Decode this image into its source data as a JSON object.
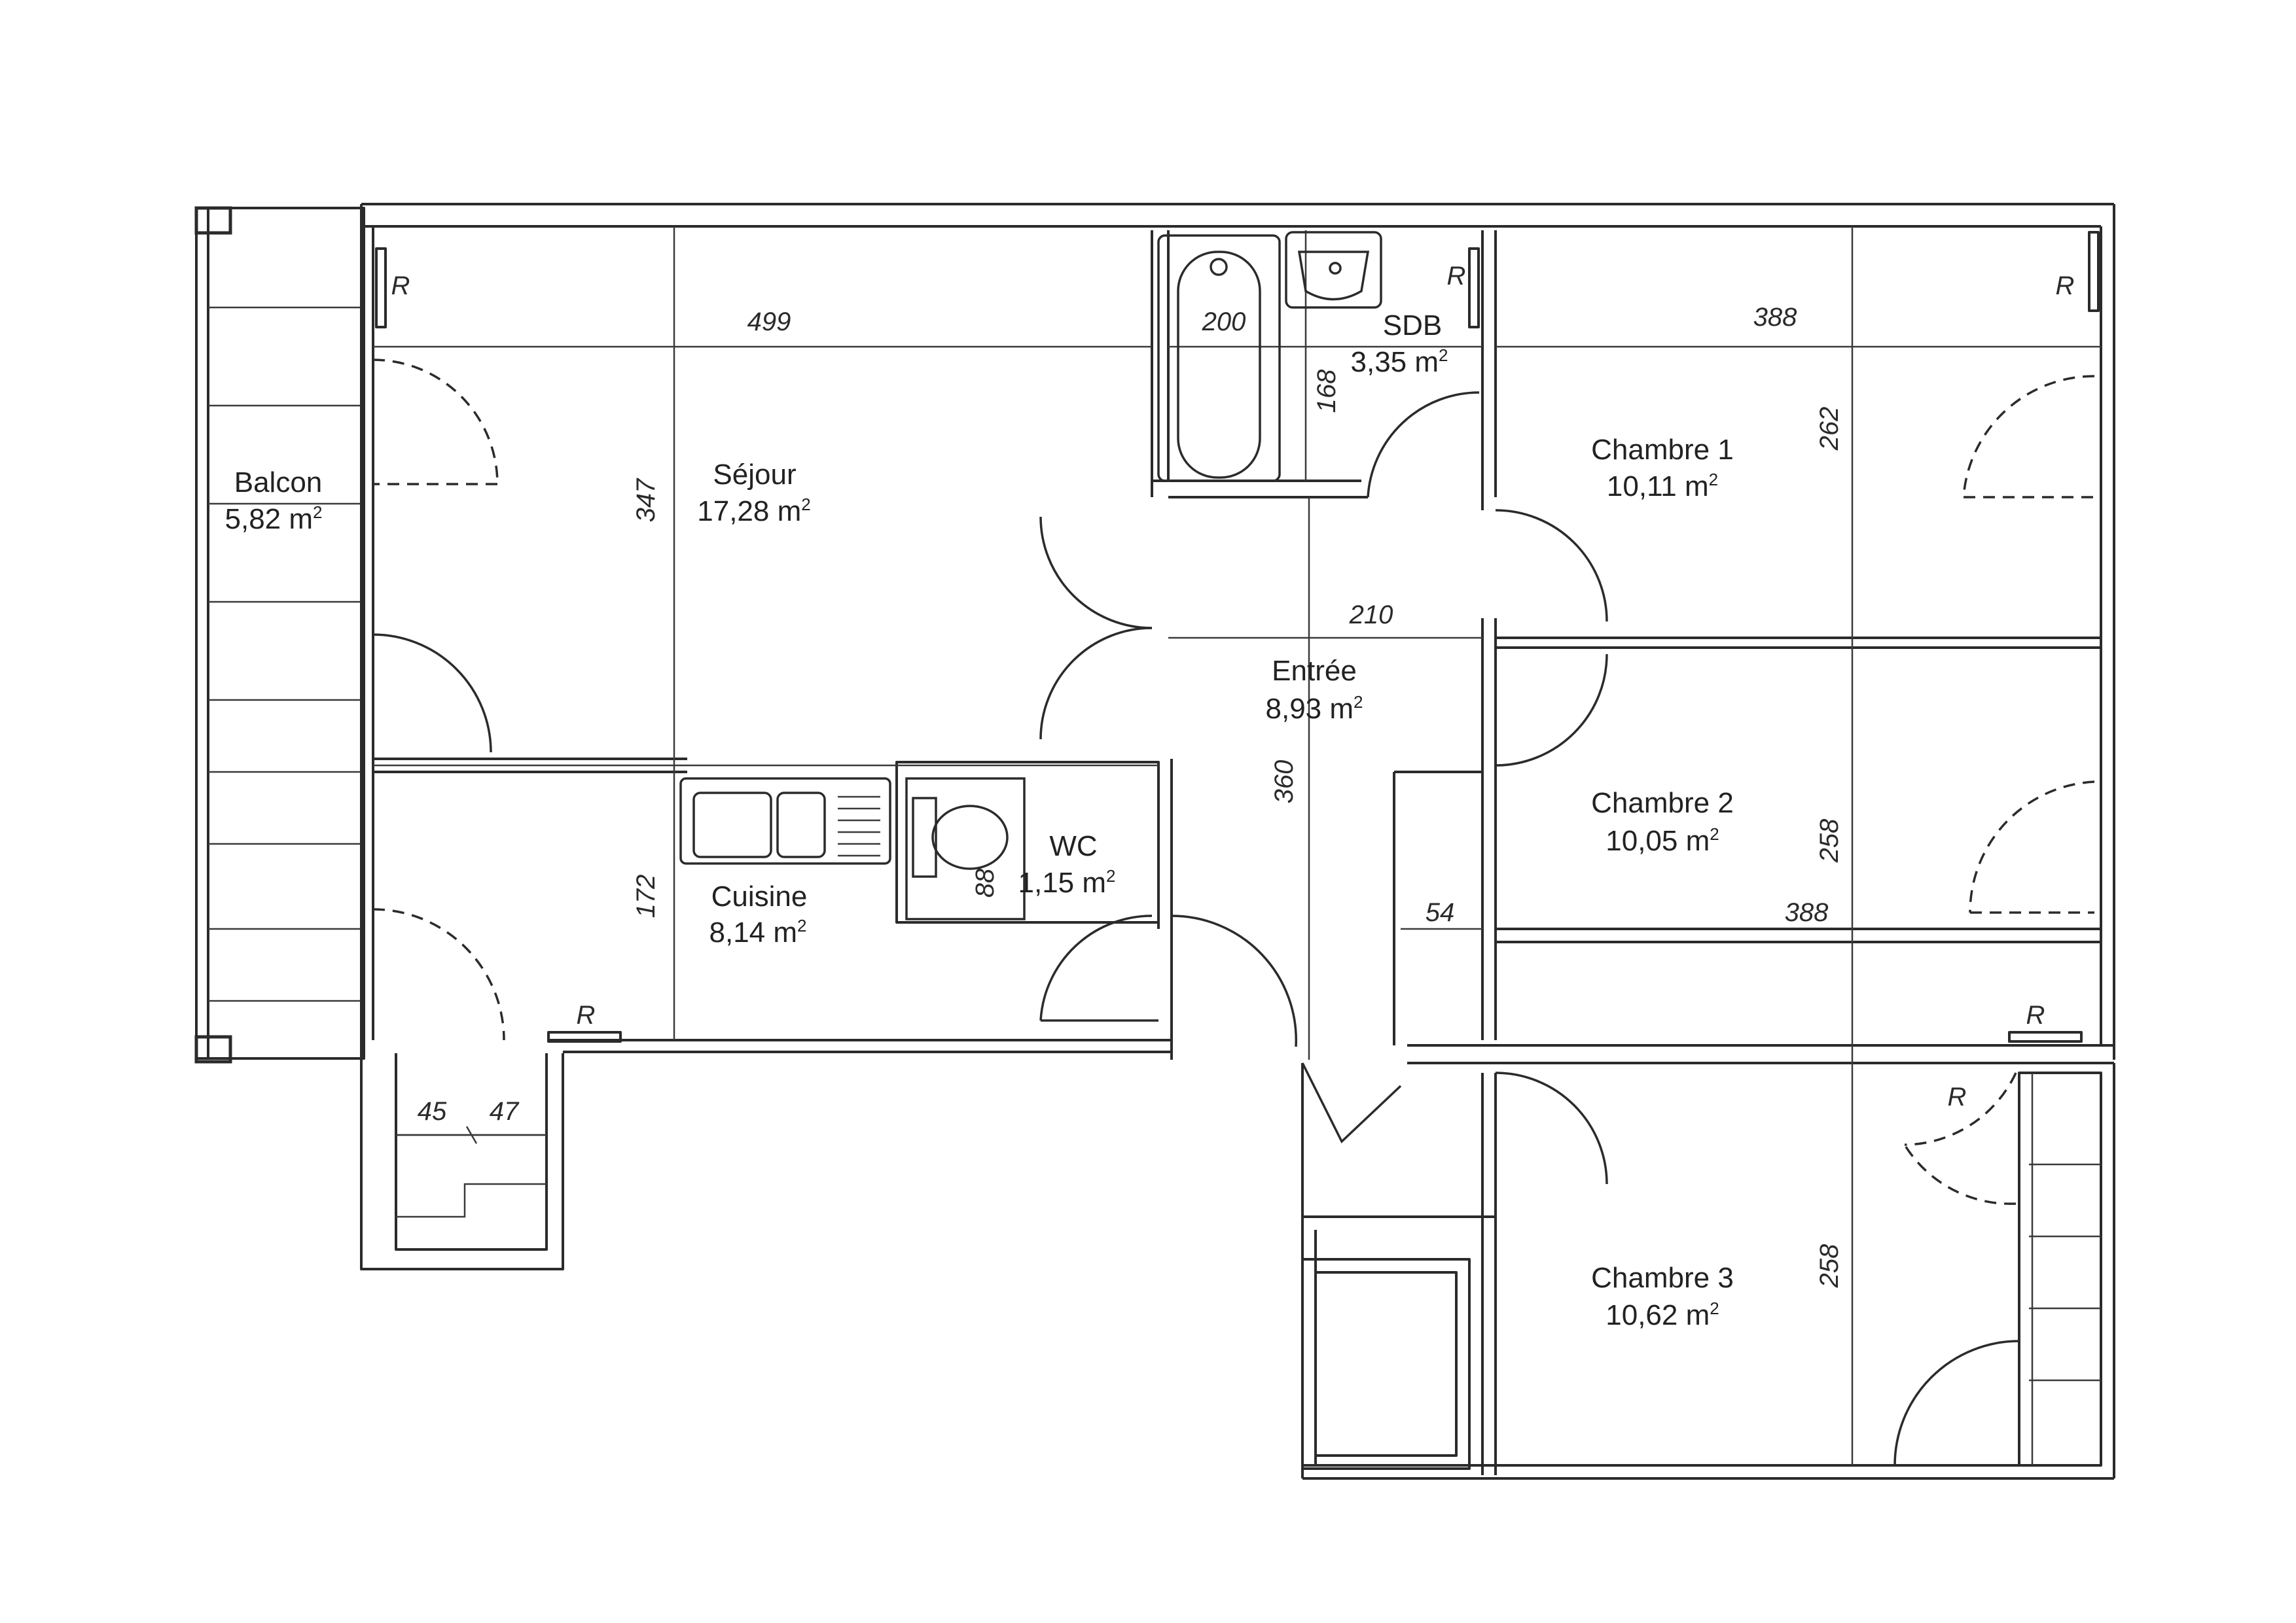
{
  "rooms": {
    "balcon": {
      "name": "Balcon",
      "area": "5,82 m",
      "unit_sup": "2"
    },
    "sejour": {
      "name": "Séjour",
      "area": "17,28 m",
      "unit_sup": "2"
    },
    "sdb": {
      "name": "SDB",
      "area": "3,35 m",
      "unit_sup": "2"
    },
    "chambre1": {
      "name": "Chambre 1",
      "area": "10,11 m",
      "unit_sup": "2"
    },
    "entree": {
      "name": "Entrée",
      "area": "8,93 m",
      "unit_sup": "2"
    },
    "chambre2": {
      "name": "Chambre 2",
      "area": "10,05 m",
      "unit_sup": "2"
    },
    "wc": {
      "name": "WC",
      "area": "1,15 m",
      "unit_sup": "2"
    },
    "cuisine": {
      "name": "Cuisine",
      "area": "8,14 m",
      "unit_sup": "2"
    },
    "chambre3": {
      "name": "Chambre 3",
      "area": "10,62 m",
      "unit_sup": "2"
    }
  },
  "dimensions": {
    "sejour_width": "499",
    "sejour_depth": "347",
    "sdb_width": "200",
    "sdb_depth": "168",
    "chambre1_width": "388",
    "chambre1_depth": "262",
    "entree_width": "210",
    "entree_depth": "360",
    "cuisine_depth": "172",
    "wc_width": "88",
    "closet_width": "54",
    "chambre2_width": "388",
    "chambre2_depth": "258",
    "chambre3_depth": "258",
    "landing_a": "45",
    "landing_b": "47"
  },
  "radiator_label": "R"
}
